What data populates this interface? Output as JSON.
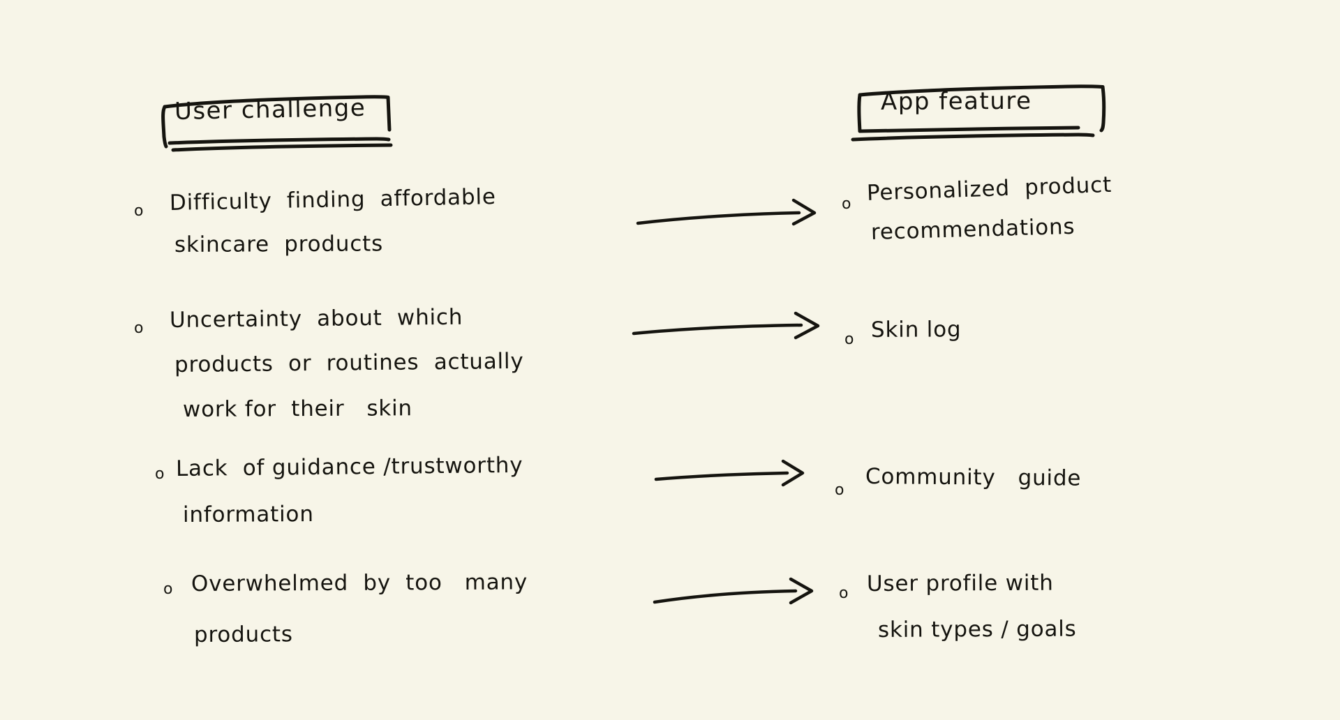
{
  "page": {
    "title": "User Challenge to App Feature Mapping",
    "background_color": "#f7f5e8",
    "ink_color": "#15140f",
    "style": "hand-drawn sketch / whiteboard notes"
  },
  "headers": {
    "left": "User challenge",
    "right": "App feature"
  },
  "bullet_glyph": "o",
  "left_column": {
    "name": "user-challenges",
    "items": [
      {
        "lines": [
          "Difficulty  finding  affordable",
          "skincare  products"
        ]
      },
      {
        "lines": [
          "Uncertainty  about  which",
          "products  or  routines  actually",
          "work for  their   skin"
        ]
      },
      {
        "lines": [
          "Lack  of guidance /trustworthy",
          "information"
        ]
      },
      {
        "lines": [
          "Overwhelmed  by  too   many",
          "products"
        ]
      }
    ]
  },
  "right_column": {
    "name": "app-features",
    "items": [
      {
        "lines": [
          "Personalized  product",
          "recommendations"
        ]
      },
      {
        "lines": [
          "Skin log"
        ]
      },
      {
        "lines": [
          "Community   guide"
        ]
      },
      {
        "lines": [
          "User profile with",
          "skin types / goals"
        ]
      }
    ]
  },
  "connectors": [
    {
      "from": "Difficulty finding affordable skincare products",
      "to": "Personalized product recommendations",
      "arrow": "right-arrow"
    },
    {
      "from": "Uncertainty about which products or routines actually work for their skin",
      "to": "Skin log",
      "arrow": "right-arrow"
    },
    {
      "from": "Lack of guidance /trustworthy information",
      "to": "Community guide",
      "arrow": "right-arrow"
    },
    {
      "from": "Overwhelmed by too many products",
      "to": "User profile with skin types / goals",
      "arrow": "right-arrow"
    }
  ]
}
